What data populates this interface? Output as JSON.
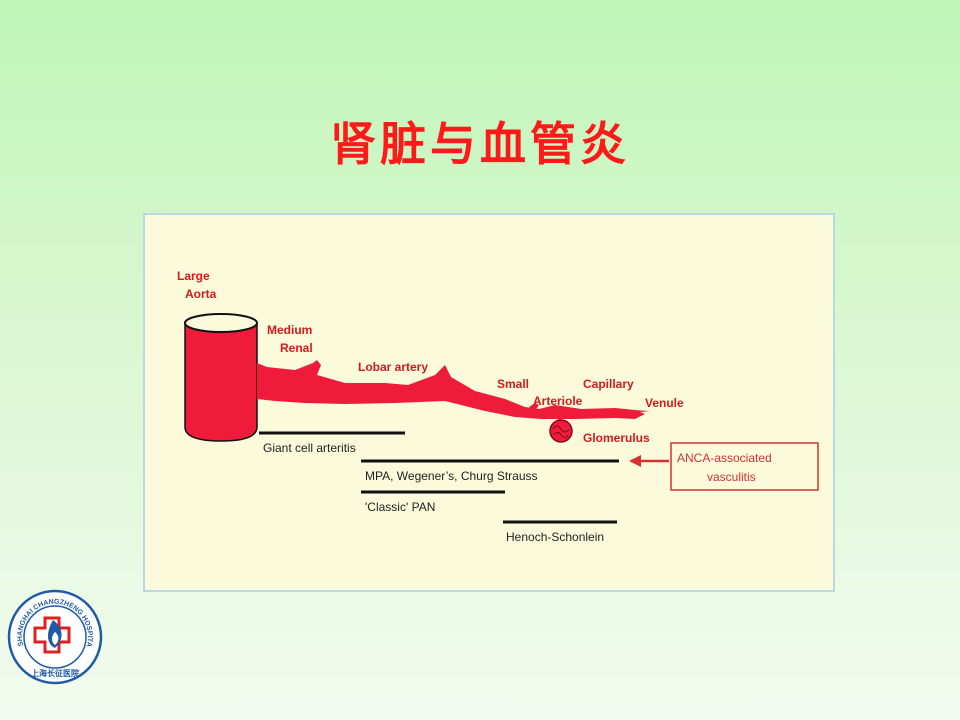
{
  "title": "肾脏与血管炎",
  "diagram": {
    "vessel_labels": {
      "large_aorta_1": "Large",
      "large_aorta_2": "Aorta",
      "medium_renal_1": "Medium",
      "medium_renal_2": "Renal",
      "lobar_artery": "Lobar artery",
      "small": "Small",
      "arteriole": "Arteriole",
      "capillary": "Capillary",
      "venule": "Venule",
      "glomerulus": "Glomerulus"
    },
    "diseases": {
      "giant_cell": "Giant cell arteritis",
      "mpa": "MPA, Wegener’s, Churg Strauss",
      "classic_pan": "'Classic' PAN",
      "henoch": "Henoch-Schonlein"
    },
    "anca_box": {
      "line1": "ANCA-associated",
      "line2": "vasculitis"
    },
    "colors": {
      "vessel": "#ee1c3a",
      "label": "#d31a1a",
      "bar": "#111111",
      "anca": "#d83030"
    }
  },
  "logo": {
    "ring_text": "SHANGHAI CHANGZHENG HOSPITAL",
    "bottom_text": "上海长征医院"
  }
}
